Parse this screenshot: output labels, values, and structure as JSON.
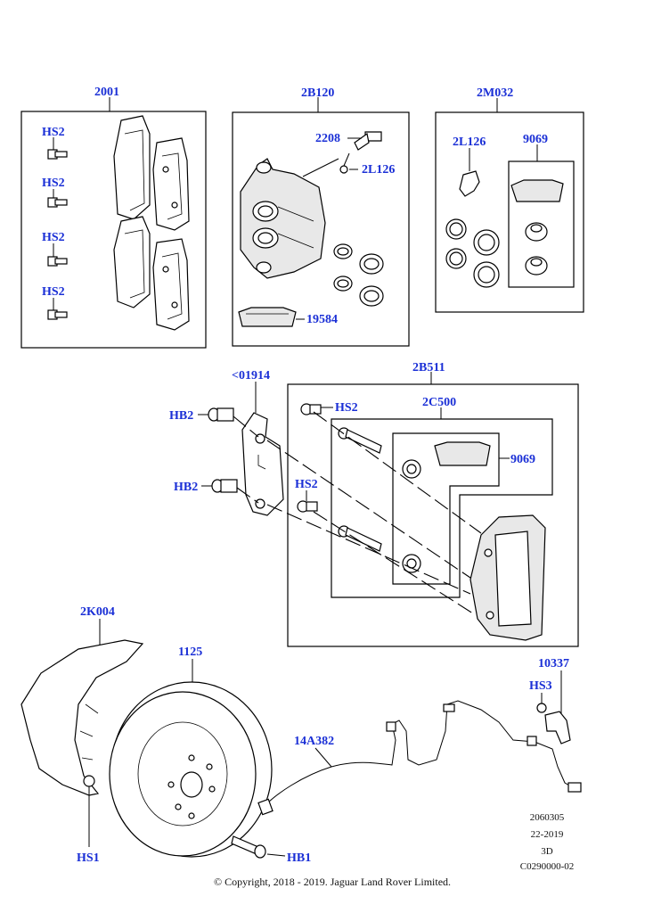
{
  "labels": {
    "pads_kit": "2001",
    "caliper": "2B120",
    "seal_kit": "2M032",
    "bleed_screw": "2208",
    "bleed_cap_caliper": "2L126",
    "bleed_cap_kit": "2L126",
    "grease_kit": "9069",
    "grease_lower": "9069",
    "grease_caliper": "19584",
    "hs2_a": "HS2",
    "hs2_b": "HS2",
    "hs2_c": "HS2",
    "hs2_d": "HS2",
    "hs2_e": "HS2",
    "hs2_f": "HS2",
    "shield_bracket": "<01914",
    "hb2_a": "HB2",
    "hb2_b": "HB2",
    "carrier_kit": "2B511",
    "guide_pin_kit": "2C500",
    "dust_shield": "2K004",
    "disc": "1125",
    "sensor_bracket": "10337",
    "hs3": "HS3",
    "wear_sensor": "14A382",
    "hs1": "HS1",
    "hb1": "HB1"
  },
  "meta": {
    "line1": "2060305",
    "line2": "22-2019",
    "line3": "3D",
    "line4": "C0290000-02"
  },
  "copyright": "© Copyright, 2018 - 2019. Jaguar Land Rover Limited."
}
